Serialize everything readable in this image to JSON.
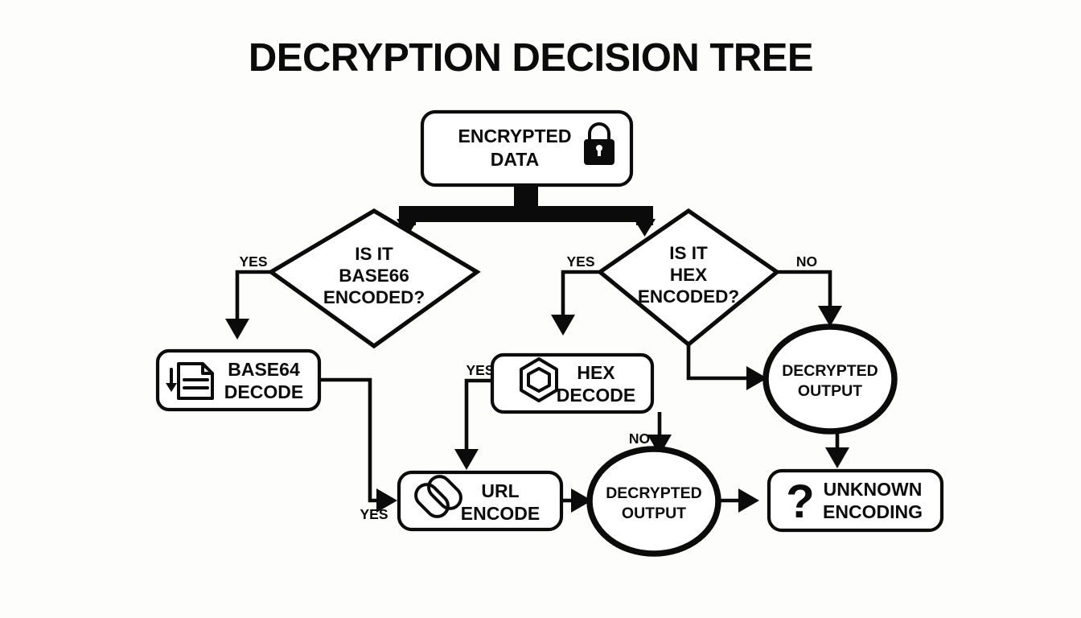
{
  "title": "DECRYPTION DECISION TREE",
  "colors": {
    "background": "#fdfdfc",
    "stroke": "#0b0b0b",
    "node_fill": "#ffffff"
  },
  "nodes": {
    "root": {
      "name": "encrypted-data",
      "line1": "ENCRYPTED",
      "line2": "DATA",
      "icon": "lock-icon",
      "shape": "rounded-rect"
    },
    "decision_base64": {
      "name": "is-it-base66-encoded",
      "line1": "IS IT",
      "line2": "BASE66",
      "line3": "ENCODED?",
      "shape": "diamond"
    },
    "decision_hex": {
      "name": "is-it-hex-encoded",
      "line1": "IS IT",
      "line2": "HEX",
      "line3": "ENCODED?",
      "shape": "diamond"
    },
    "base64_decode": {
      "name": "base64-decode",
      "line1": "BASE64",
      "line2": "DECODE",
      "icon": "document-download-icon",
      "shape": "rounded-rect"
    },
    "hex_decode": {
      "name": "hex-decode",
      "line1": "HEX",
      "line2": "DECODE",
      "icon": "hexagon-icon",
      "shape": "rounded-rect"
    },
    "url_encode": {
      "name": "url-encode",
      "line1": "URL",
      "line2": "ENCODE",
      "icon": "link-chain-icon",
      "shape": "rounded-rect"
    },
    "decrypted_output_upper": {
      "name": "decrypted-output-upper",
      "line1": "DECRYPTED",
      "line2": "OUTPUT",
      "shape": "circle"
    },
    "decrypted_output_lower": {
      "name": "decrypted-output-lower",
      "line1": "DECRYPTED",
      "line2": "OUTPUT",
      "shape": "circle"
    },
    "unknown_encoding": {
      "name": "unknown-encoding",
      "line1": "UNKNOWN",
      "line2": "ENCODING",
      "icon": "question-mark-icon",
      "glyph": "?",
      "shape": "rounded-rect"
    }
  },
  "edge_labels": {
    "base64_yes": "YES",
    "hex_yes": "YES",
    "hex_no": "NO",
    "hexdecode_yes": "YES",
    "hexdecode_no": "NO",
    "base64_to_url_yes": "YES"
  },
  "chart_data": {
    "type": "diagram",
    "diagram_kind": "flowchart-decision-tree",
    "title": "DECRYPTION DECISION TREE",
    "nodes": [
      {
        "id": "root",
        "label": "ENCRYPTED DATA",
        "shape": "rounded-rect",
        "icon": "lock"
      },
      {
        "id": "decision_base64",
        "label": "IS IT BASE66 ENCODED?",
        "shape": "diamond"
      },
      {
        "id": "decision_hex",
        "label": "IS IT HEX ENCODED?",
        "shape": "diamond"
      },
      {
        "id": "base64_decode",
        "label": "BASE64 DECODE",
        "shape": "rounded-rect",
        "icon": "document-download"
      },
      {
        "id": "hex_decode",
        "label": "HEX DECODE",
        "shape": "rounded-rect",
        "icon": "hexagon"
      },
      {
        "id": "url_encode",
        "label": "URL ENCODE",
        "shape": "rounded-rect",
        "icon": "link-chain"
      },
      {
        "id": "decrypted_output_upper",
        "label": "DECRYPTED OUTPUT",
        "shape": "circle"
      },
      {
        "id": "decrypted_output_lower",
        "label": "DECRYPTED OUTPUT",
        "shape": "circle"
      },
      {
        "id": "unknown_encoding",
        "label": "UNKNOWN ENCODING",
        "shape": "rounded-rect",
        "icon": "question-mark"
      }
    ],
    "edges": [
      {
        "from": "root",
        "to": "decision_base64",
        "label": ""
      },
      {
        "from": "root",
        "to": "decision_hex",
        "label": ""
      },
      {
        "from": "decision_base64",
        "to": "base64_decode",
        "label": "YES"
      },
      {
        "from": "decision_hex",
        "to": "hex_decode",
        "label": "YES"
      },
      {
        "from": "decision_hex",
        "to": "decrypted_output_upper",
        "label": "NO"
      },
      {
        "from": "base64_decode",
        "to": "url_encode",
        "label": "YES"
      },
      {
        "from": "hex_decode",
        "to": "url_encode",
        "label": "YES"
      },
      {
        "from": "hex_decode",
        "to": "decrypted_output_lower",
        "label": "NO"
      },
      {
        "from": "url_encode",
        "to": "decrypted_output_lower",
        "label": ""
      },
      {
        "from": "decrypted_output_lower",
        "to": "unknown_encoding",
        "label": ""
      },
      {
        "from": "decrypted_output_upper",
        "to": "unknown_encoding",
        "label": ""
      }
    ]
  }
}
